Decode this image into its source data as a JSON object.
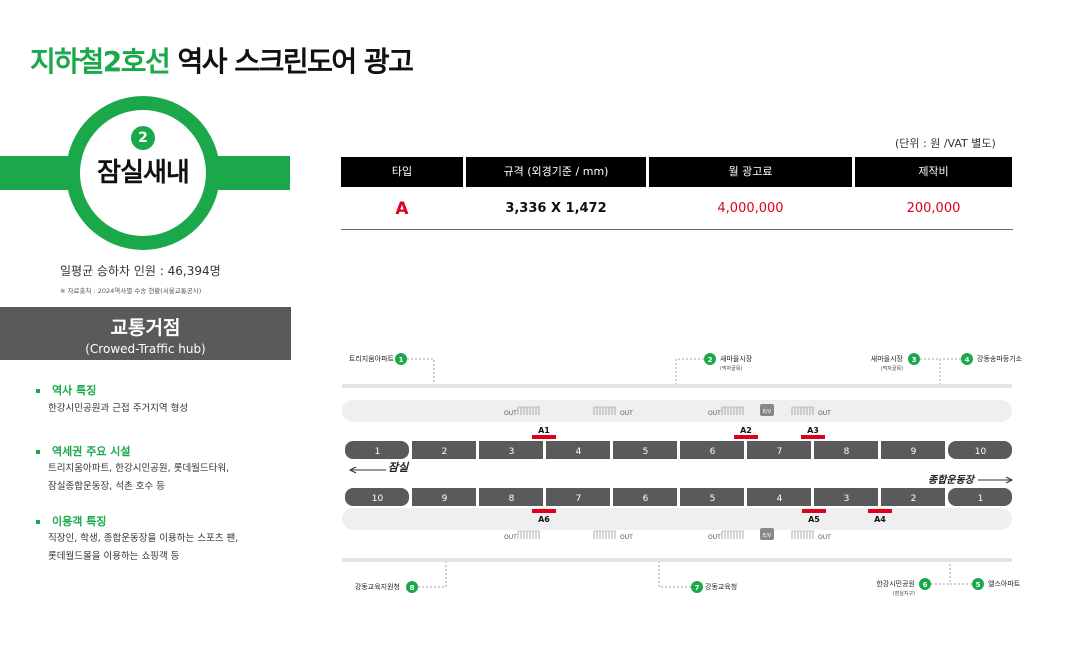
{
  "title": {
    "green": "지하철2호선",
    "black": "역사 스크린도어 광고"
  },
  "station": {
    "line_no": "2",
    "name": "잠실새내"
  },
  "ridership": "일평균 승하차 인원 : 46,394명",
  "source_note": "※ 자료출처 : 2024역사별 수송 현황(서울교통공사)",
  "hub": {
    "title": "교통거점",
    "subtitle": "(Crowed-Traffic hub)"
  },
  "features": [
    {
      "heading": "역사 특징",
      "lines": [
        "한강시민공원과 근접 주거지역 형성"
      ]
    },
    {
      "heading": "역세권 주요 시설",
      "lines": [
        "트리지움아파트, 한강시민공원, 롯데월드타워,",
        "잠실종합운동장, 석촌 호수 등"
      ]
    },
    {
      "heading": "이용객 특징",
      "lines": [
        "직장인, 학생, 종합운동장을 이용하는 스포츠 팬,",
        "롯데월드몰을 이용하는 쇼핑객 등"
      ]
    }
  ],
  "pricing": {
    "unit_note": "(단위 : 원 /VAT 별도)",
    "headers": [
      "타입",
      "규격 (외경기준 / mm)",
      "월 광고료",
      "제작비"
    ],
    "row": {
      "type": "A",
      "size": "3,336 X 1,472",
      "monthly_fee": "4,000,000",
      "production_fee": "200,000"
    },
    "accent_color": "#e0001b"
  },
  "diagram": {
    "exits": [
      {
        "no": "1",
        "name": "트리지움아파트",
        "sub": ""
      },
      {
        "no": "2",
        "name": "새마을시장",
        "sub": "(먹자골목)"
      },
      {
        "no": "3",
        "name": "새마을시장",
        "sub": "(먹자골목)"
      },
      {
        "no": "4",
        "name": "강동송파등기소",
        "sub": ""
      },
      {
        "no": "5",
        "name": "엘스아파트",
        "sub": ""
      },
      {
        "no": "6",
        "name": "한강시민공원",
        "sub": "(잠실지구)"
      },
      {
        "no": "7",
        "name": "강동교육청",
        "sub": ""
      },
      {
        "no": "8",
        "name": "강동교육지원청",
        "sub": ""
      }
    ],
    "top_platform_doors": [
      "1",
      "2",
      "3",
      "4",
      "5",
      "6",
      "7",
      "8",
      "9",
      "10"
    ],
    "bottom_platform_doors": [
      "10",
      "9",
      "8",
      "7",
      "6",
      "5",
      "4",
      "3",
      "2",
      "1"
    ],
    "direction_left": "잠실",
    "direction_right": "종합운동장",
    "top_ad_slots": [
      "A1",
      "A2",
      "A3"
    ],
    "bottom_ad_slots": [
      "A6",
      "A5",
      "A4"
    ],
    "stair_label": "OUT",
    "ev_label": "E/V",
    "colors": {
      "green": "#1aa84a",
      "door": "#5a5a5a",
      "ad": "#e0001b"
    }
  }
}
